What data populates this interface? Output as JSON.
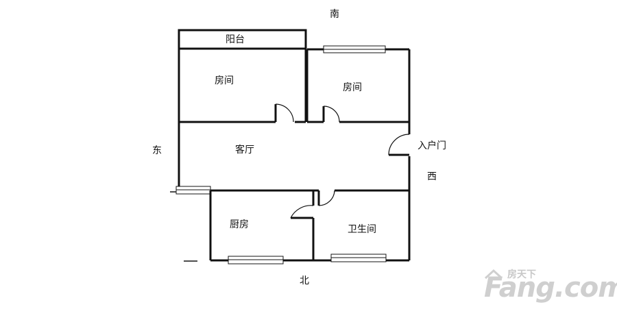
{
  "compass": {
    "south": "南",
    "north": "北",
    "east": "东",
    "west": "西"
  },
  "rooms": {
    "balcony": "阳台",
    "bedroom_left": "房间",
    "bedroom_right": "房间",
    "living_room": "客厅",
    "entrance_door": "入户门",
    "kitchen": "厨房",
    "bathroom": "卫生间"
  },
  "watermark": {
    "brand": "Fang.com",
    "brand_cn": "房天下",
    "icon": "house-logo-icon"
  },
  "colors": {
    "wall": "#111111",
    "window_fill": "#ffffff",
    "watermark": "#cfcfcf"
  }
}
